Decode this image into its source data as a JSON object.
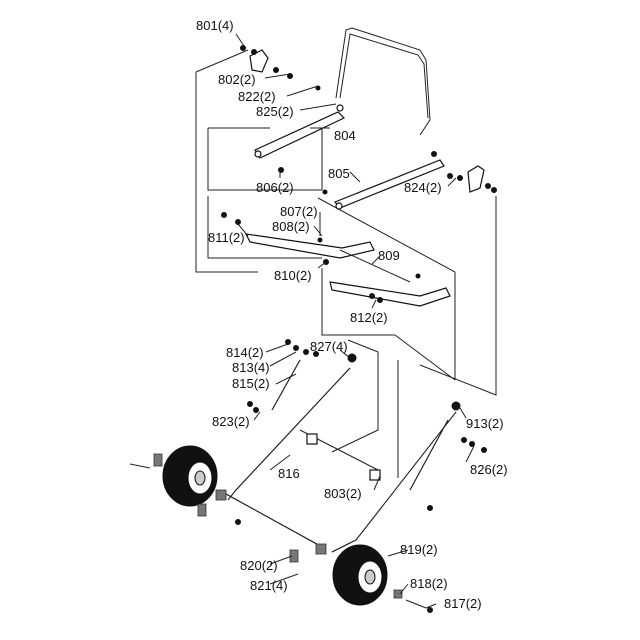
{
  "parts": {
    "p801": "801(4)",
    "p802": "802(2)",
    "p822": "822(2)",
    "p825": "825(2)",
    "p804": "804",
    "p806": "806(2)",
    "p805": "805",
    "p824": "824(2)",
    "p807": "807(2)",
    "p808": "808(2)",
    "p811": "811(2)",
    "p809": "809",
    "p810": "810(2)",
    "p812": "812(2)",
    "p814": "814(2)",
    "p827": "827(4)",
    "p813": "813(4)",
    "p815": "815(2)",
    "p823": "823(2)",
    "p913": "913(2)",
    "p816": "816",
    "p826": "826(2)",
    "p803": "803(2)",
    "p819": "819(2)",
    "p820": "820(2)",
    "p821": "821(4)",
    "p818": "818(2)",
    "p817": "817(2)"
  },
  "colors": {
    "line": "#222222",
    "background": "#ffffff",
    "tire": "#111111"
  }
}
